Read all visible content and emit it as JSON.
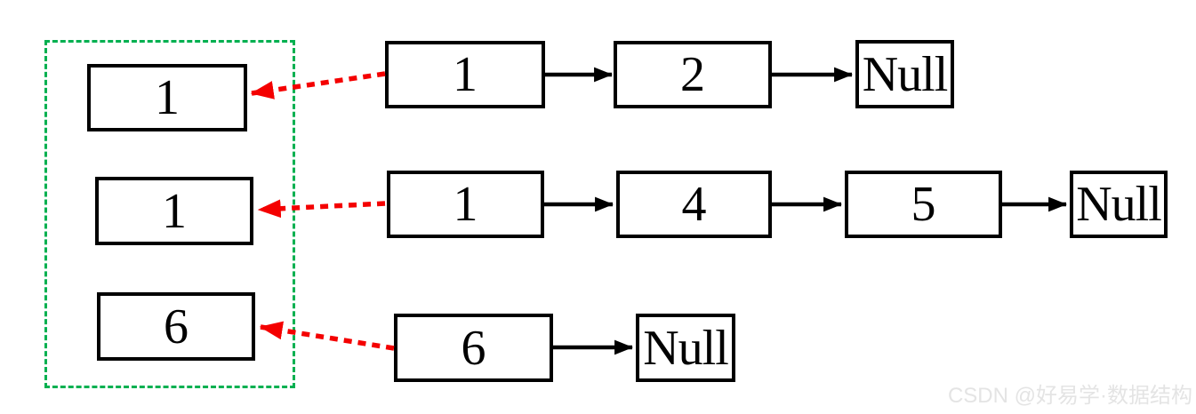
{
  "merged_panel": {
    "nodes": [
      {
        "value": "1"
      },
      {
        "value": "1"
      },
      {
        "value": "6"
      }
    ]
  },
  "lists": [
    {
      "nodes": [
        {
          "value": "1"
        },
        {
          "value": "2"
        }
      ],
      "terminator": "Null"
    },
    {
      "nodes": [
        {
          "value": "1"
        },
        {
          "value": "4"
        },
        {
          "value": "5"
        }
      ],
      "terminator": "Null"
    },
    {
      "nodes": [
        {
          "value": "6"
        }
      ],
      "terminator": "Null"
    }
  ],
  "watermark": {
    "text": "CSDN @好易学·数据结构"
  },
  "colors": {
    "node_border": "#000000",
    "merged_outline": "#00b050",
    "head_pointer": "#f40000",
    "next_arrow": "#000000",
    "watermark_text": "#e4e4e4"
  }
}
